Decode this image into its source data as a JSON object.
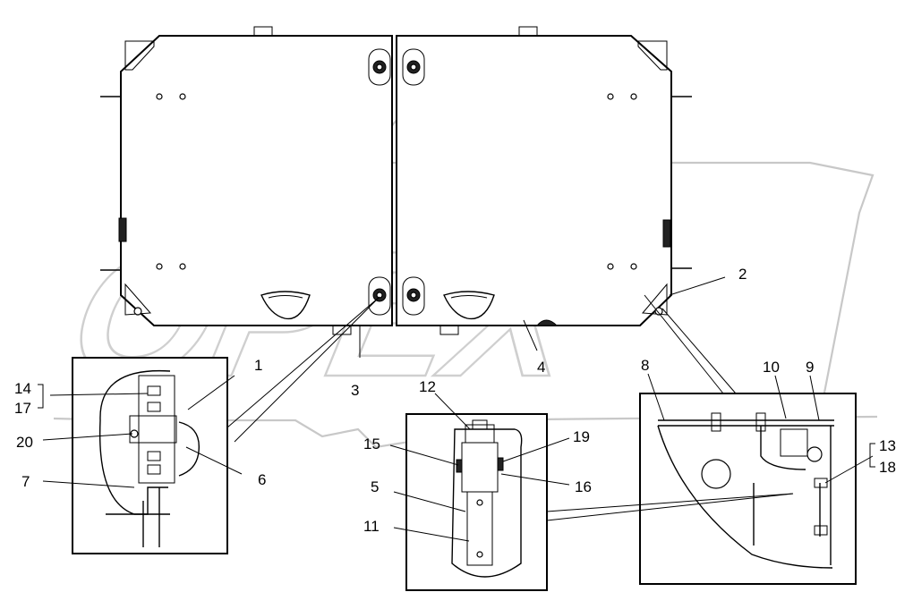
{
  "watermark": {
    "text": "OPEX"
  },
  "callouts": [
    {
      "id": "c1",
      "text": "1"
    },
    {
      "id": "c2",
      "text": "2"
    },
    {
      "id": "c3",
      "text": "3"
    },
    {
      "id": "c4",
      "text": "4"
    },
    {
      "id": "c5",
      "text": "5"
    },
    {
      "id": "c6",
      "text": "6"
    },
    {
      "id": "c7",
      "text": "7"
    },
    {
      "id": "c8",
      "text": "8"
    },
    {
      "id": "c9",
      "text": "9"
    },
    {
      "id": "c10",
      "text": "10"
    },
    {
      "id": "c11",
      "text": "11"
    },
    {
      "id": "c12",
      "text": "12"
    },
    {
      "id": "c13",
      "text": "13"
    },
    {
      "id": "c14",
      "text": "14"
    },
    {
      "id": "c15",
      "text": "15"
    },
    {
      "id": "c16",
      "text": "16"
    },
    {
      "id": "c17",
      "text": "17"
    },
    {
      "id": "c18",
      "text": "18"
    },
    {
      "id": "c19",
      "text": "19"
    },
    {
      "id": "c20",
      "text": "20"
    }
  ]
}
